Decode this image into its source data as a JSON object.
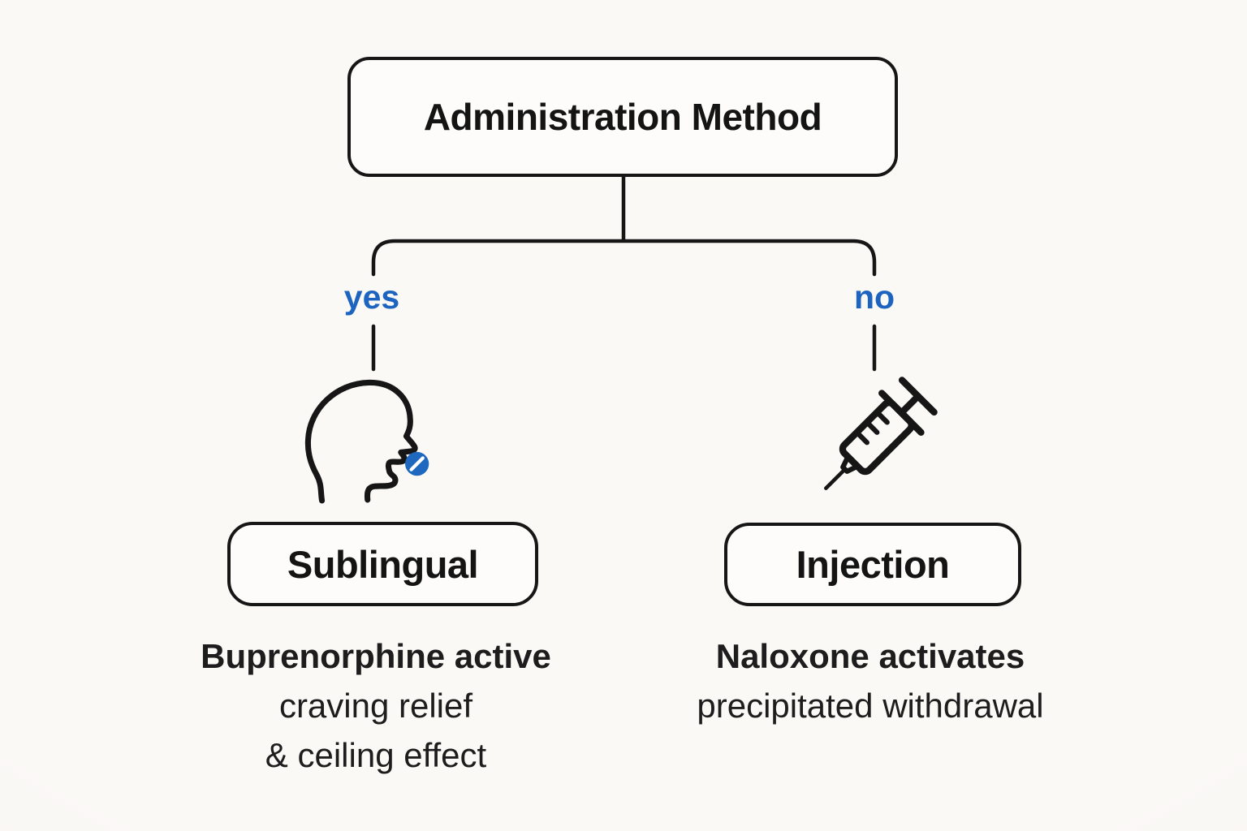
{
  "diagram": {
    "type": "decision-tree",
    "root": {
      "label": "Administration Method"
    },
    "branches": {
      "left": {
        "condition": "yes",
        "icon": "head-with-pill-icon",
        "node_label": "Sublingual",
        "caption_lines": [
          "Buprenorphine active",
          "craving relief",
          "& ceiling effect"
        ]
      },
      "right": {
        "condition": "no",
        "icon": "syringe-icon",
        "node_label": "Injection",
        "caption_lines": [
          "Naloxone activates",
          "precipitated withdrawal"
        ]
      }
    },
    "colors": {
      "background": "#fbf9f6",
      "line": "#161616",
      "accent_blue": "#1c64bf",
      "pill_blue": "#1e68c0",
      "box_fill": "#fdfcfa"
    }
  }
}
